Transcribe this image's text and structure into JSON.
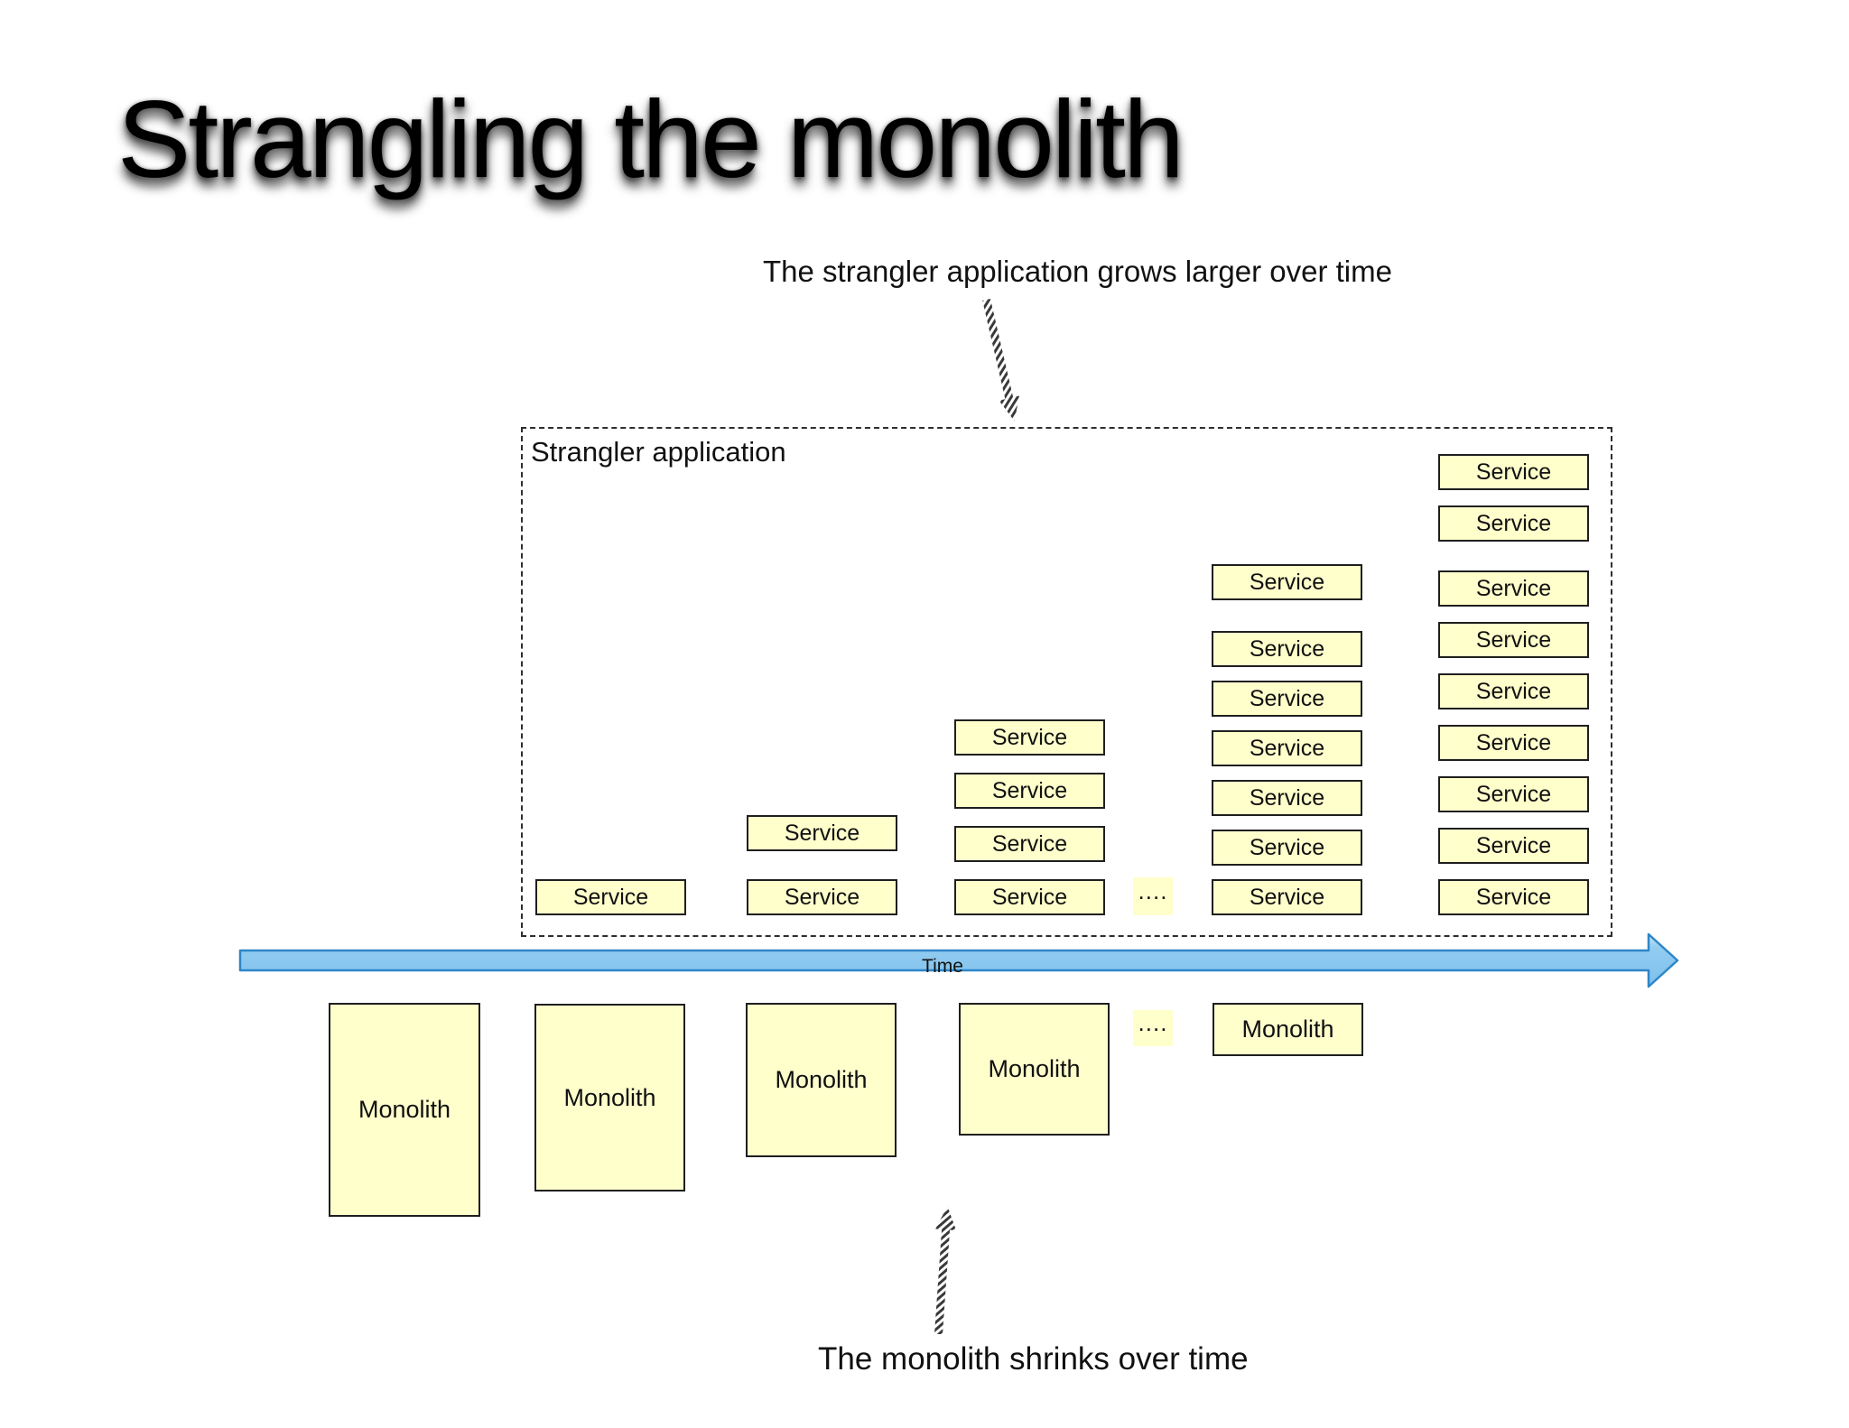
{
  "title": "Strangling the monolith",
  "annotations": {
    "strangler_growth": "The strangler application grows larger over time",
    "monolith_shrink": "The monolith shrinks over time"
  },
  "strangler": {
    "label": "Strangler application",
    "columns": [
      {
        "services": [
          "Service"
        ]
      },
      {
        "services": [
          "Service",
          "Service"
        ]
      },
      {
        "services": [
          "Service",
          "Service",
          "Service",
          "Service"
        ]
      },
      {
        "services": [
          "Service",
          "Service",
          "Service",
          "Service",
          "Service",
          "Service",
          "Service"
        ]
      },
      {
        "services": [
          "Service",
          "Service",
          "Service",
          "Service",
          "Service",
          "Service",
          "Service",
          "Service",
          "Service"
        ]
      }
    ],
    "ellipsis": "...."
  },
  "timeline": {
    "label": "Time"
  },
  "monolith_row": {
    "monoliths": [
      "Monolith",
      "Monolith",
      "Monolith",
      "Monolith",
      "Monolith"
    ],
    "ellipsis": "...."
  },
  "colors": {
    "box_fill": "#FFFFCC",
    "box_border": "#1F1F1F",
    "time_arrow_fill": "#7FC2EC",
    "time_arrow_fill_light": "#C2E6FA",
    "time_arrow_border": "#2E86C8",
    "dashed_border": "#2E2E2E",
    "hatch_stroke": "#3A3A3A"
  }
}
